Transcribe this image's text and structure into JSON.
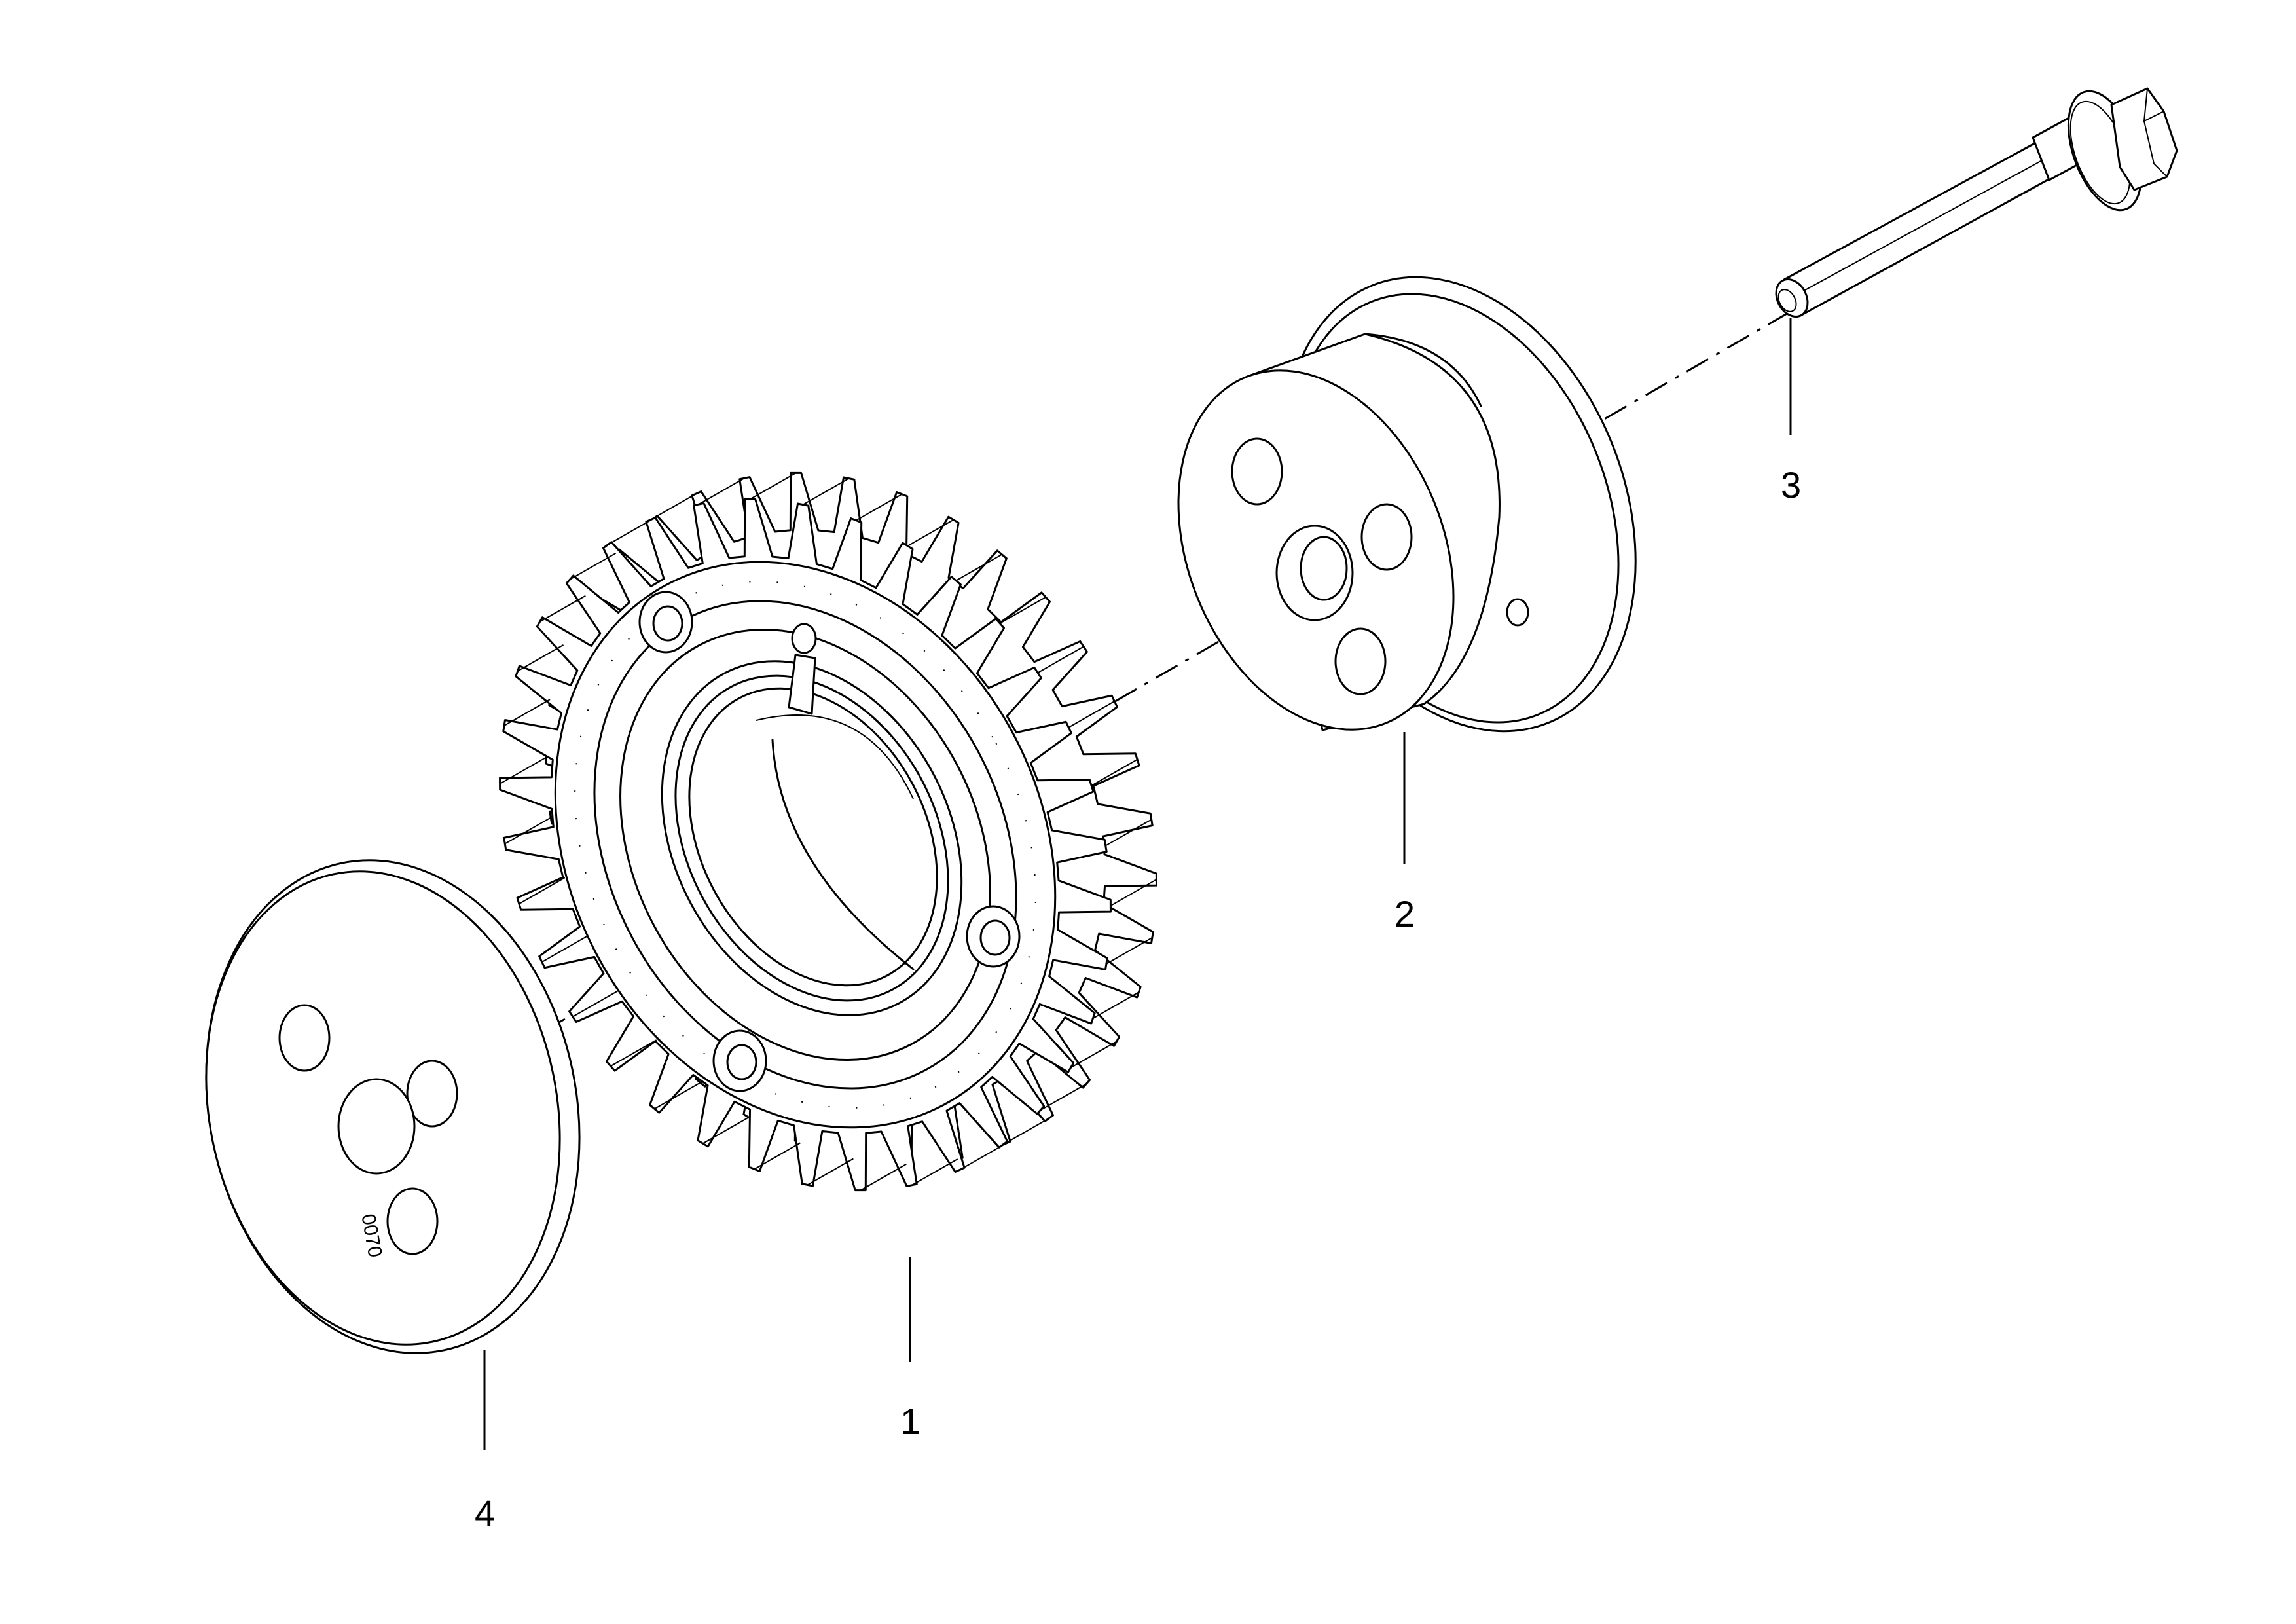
{
  "callouts": {
    "gear": "1",
    "hub": "2",
    "bolt": "3",
    "plate": "4"
  },
  "plate_stamp": "0070"
}
